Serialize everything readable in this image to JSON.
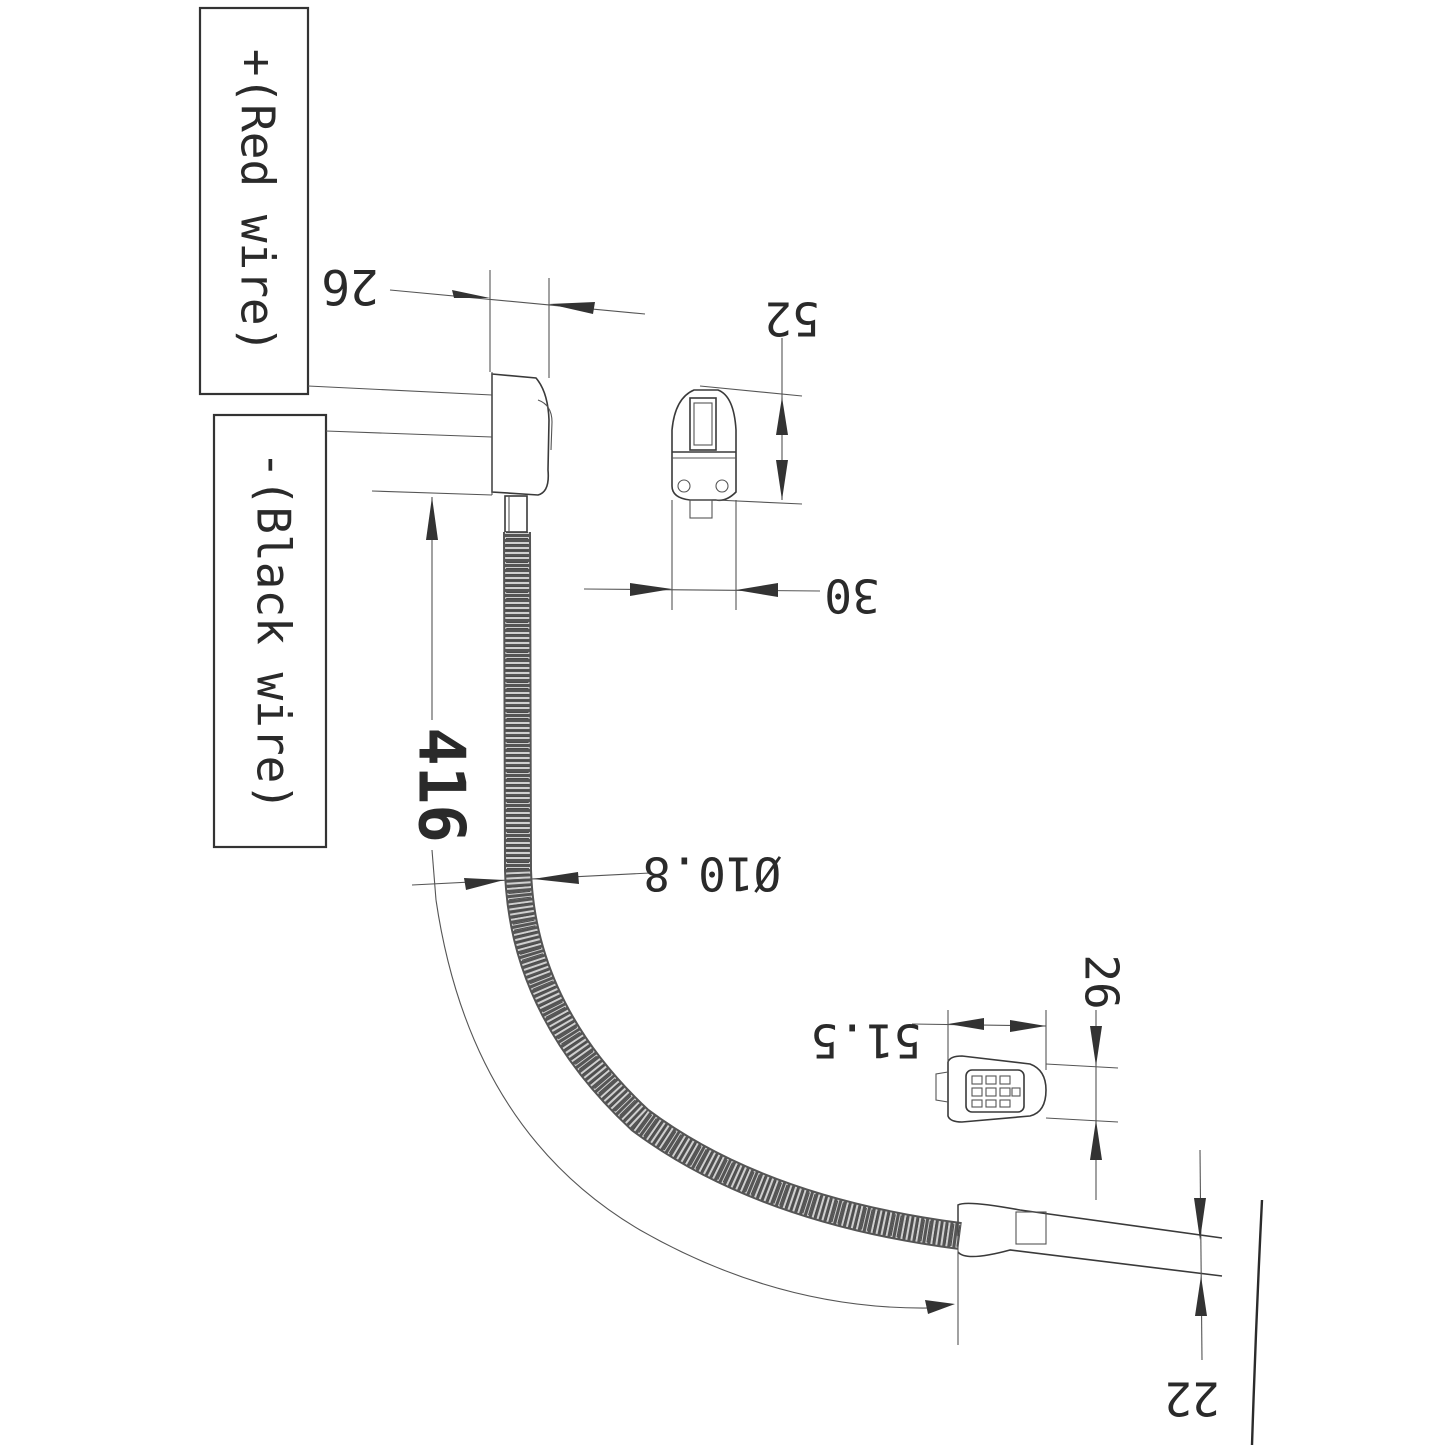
{
  "labels": {
    "red_wire": "+(Red wire)",
    "black_wire": "-(Black wire)"
  },
  "dimensions": {
    "head_width": "26",
    "head_side_height": "52",
    "head_side_depth": "30",
    "gooseneck_length": "416",
    "gooseneck_diameter": "Ø10.8",
    "base_width": "26",
    "base_height": "51.5",
    "tail_width": "22"
  },
  "colors": {
    "line": "#3a3a3a",
    "background": "#ffffff"
  }
}
